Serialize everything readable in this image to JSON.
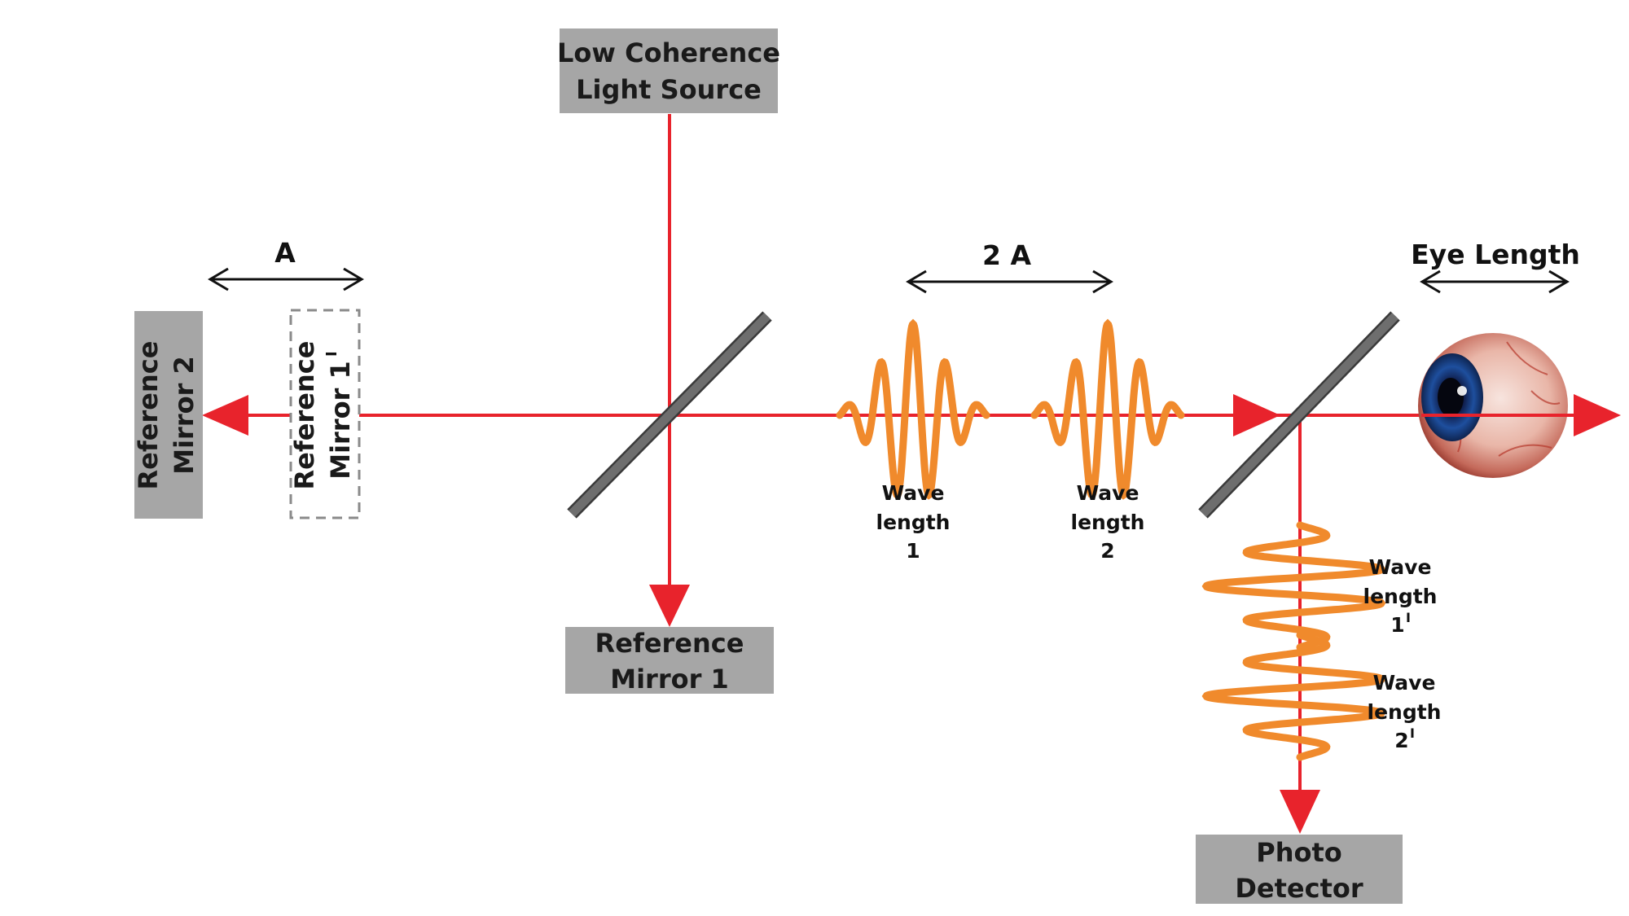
{
  "labels": {
    "light_source": [
      "Low Coherence",
      "Light Source"
    ],
    "reference_mirror_1": [
      "Reference",
      "Mirror 1"
    ],
    "reference_mirror_2": [
      "Reference",
      "Mirror 2"
    ],
    "reference_mirror_1_prime": [
      "Reference",
      "Mirror 1"
    ],
    "photo_detector": [
      "Photo",
      "Detector"
    ],
    "dim_a": "A",
    "dim_2a": "2 A",
    "eye_length": "Eye Length",
    "wave1": [
      "Wave",
      "length",
      "1"
    ],
    "wave2": [
      "Wave",
      "length",
      "2"
    ],
    "wave1_prime": [
      "Wave",
      "length",
      "1"
    ],
    "wave2_prime": [
      "Wave",
      "length",
      "2"
    ],
    "prime_mark": "I"
  },
  "colors": {
    "beam": "#e8232c",
    "wave": "#f08a2c",
    "box_fill": "#a6a6a6",
    "splitter": "#6e6e6e",
    "dashed_box": "#8a8a8a"
  }
}
